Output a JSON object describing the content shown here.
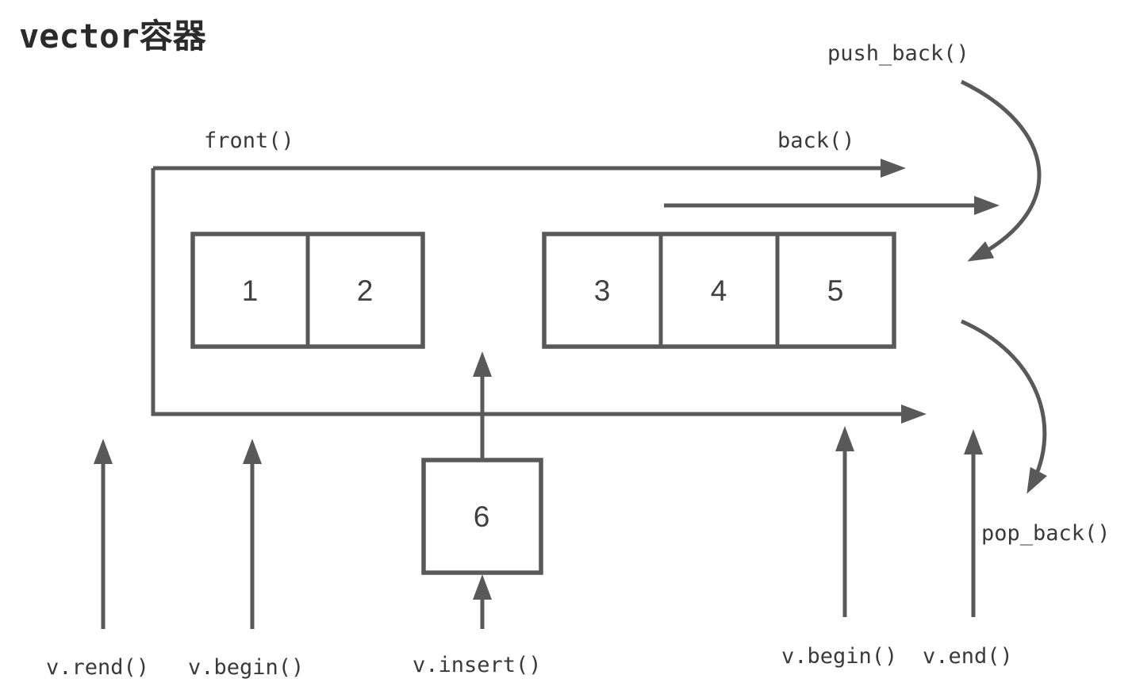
{
  "title": "vector容器",
  "labels": {
    "push_back": "push_back()",
    "front": "front()",
    "back": "back()",
    "pop_back": "pop_back()",
    "rend": "v.rend()",
    "begin_left": "v.begin()",
    "insert": "v.insert()",
    "begin_right": "v.begin()",
    "end": "v.end()"
  },
  "cells": {
    "left_group": [
      "1",
      "2"
    ],
    "right_group": [
      "3",
      "4",
      "5"
    ],
    "insert_box": "6"
  },
  "colors": {
    "stroke": "#595959",
    "label_text": "#3a3a3a",
    "title_text": "#2b2b2b",
    "number_text": "#404040",
    "background": "#ffffff"
  }
}
